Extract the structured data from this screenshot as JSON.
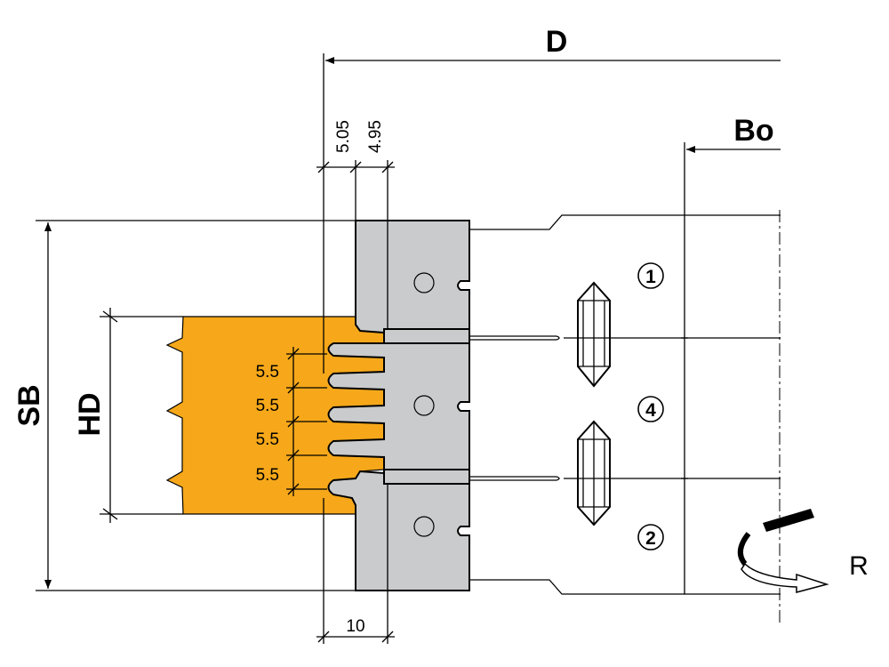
{
  "labels": {
    "D": "D",
    "Bo": "Bo",
    "SB": "SB",
    "HD": "HD",
    "R": "R"
  },
  "dimensions": {
    "top_left": "5.05",
    "top_right": "4.95",
    "bottom": "10",
    "pitch": [
      "5.5",
      "5.5",
      "5.5",
      "5.5"
    ]
  },
  "tool_numbers": [
    "1",
    "4",
    "2"
  ],
  "colors": {
    "workpiece": "#f6a81a",
    "cutter": "#c9cbcd",
    "line": "#000000"
  }
}
